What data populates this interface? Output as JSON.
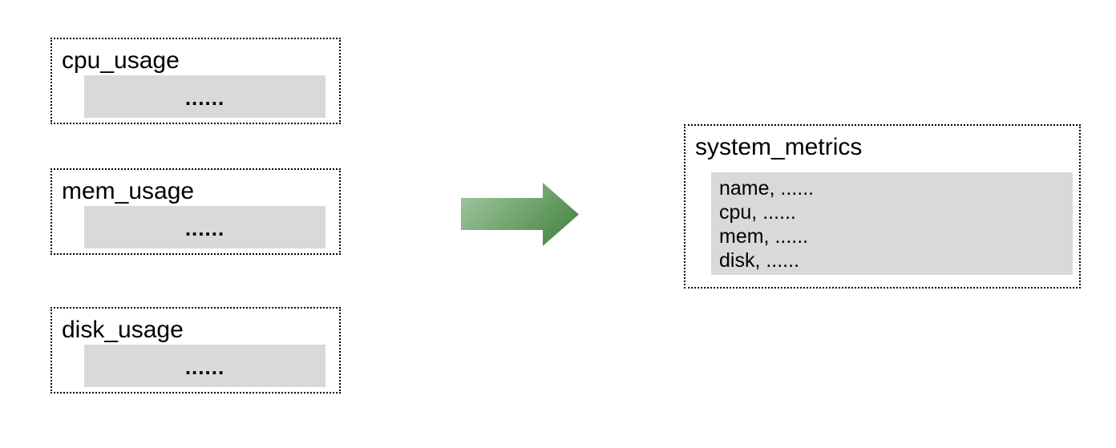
{
  "diagram": {
    "sources": [
      {
        "title": "cpu_usage",
        "content": "......"
      },
      {
        "title": "mem_usage",
        "content": "......"
      },
      {
        "title": "disk_usage",
        "content": "......"
      }
    ],
    "arrow": {
      "direction": "right",
      "color_from": "#a6c9a3",
      "color_to": "#4f8c4d"
    },
    "target": {
      "title": "system_metrics",
      "rows": [
        "name, ......",
        "cpu, ......",
        "mem, ......",
        "disk, ......"
      ]
    },
    "colors": {
      "panel_fill": "#d9d9d9",
      "border": "#000000",
      "background": "#ffffff"
    }
  }
}
